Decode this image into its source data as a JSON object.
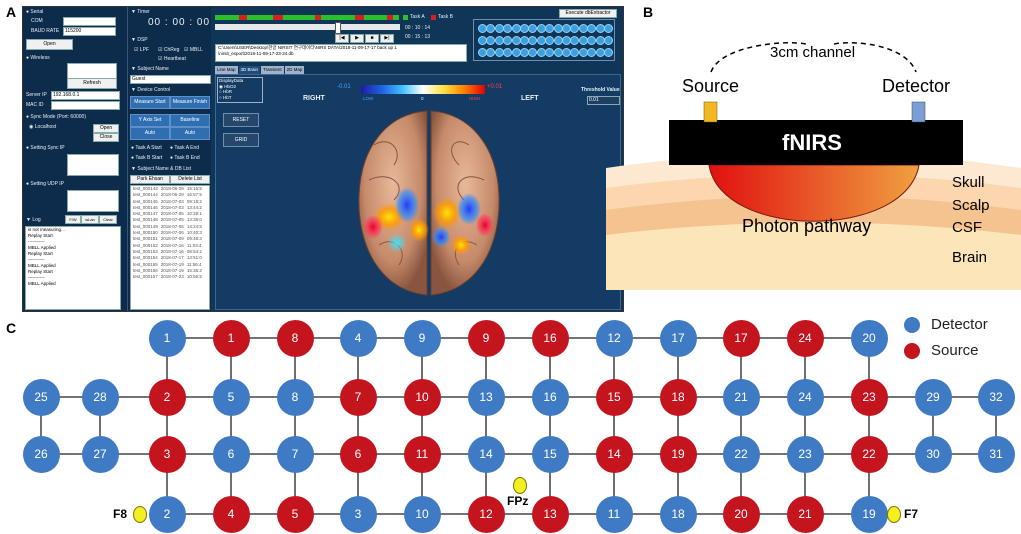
{
  "panel_letters": {
    "a": "A",
    "b": "B",
    "c": "C"
  },
  "software": {
    "serial": {
      "title": "Serial",
      "com_label": "COM",
      "baud_label": "BAUD RATE",
      "baud_value": "115200",
      "open_btn": "Open"
    },
    "wireless": {
      "title": "Wireless",
      "refresh_btn": "Refresh",
      "server_ip_label": "Server IP",
      "server_ip": "192.168.0.1",
      "mac_label": "MAC ID"
    },
    "sync": {
      "title": "Sync Mode (Port: 60000)",
      "localhost": "Localhost",
      "open_btn": "Open",
      "close_btn": "Close",
      "setting_sync_ip": "Setting Sync IP",
      "setting_udp_ip": "Setting UDP IP"
    },
    "log": {
      "title": "Log",
      "btn_fw": "F/W",
      "btn_wlan": "wLan",
      "btn_clear": "Clear",
      "lines": [
        "is not measuring...",
        "Replay Start",
        "-----------",
        "MBLL Applied",
        "Replay Start",
        "-----------",
        "MBLL Applied",
        "Replay Start",
        "-----------",
        "MBLL Applied"
      ]
    },
    "timer": {
      "title": "Timer",
      "value": "00 : 00 : 00"
    },
    "dsp": {
      "title": "DSP",
      "lpf": "LPF",
      "chreg": "ChReg",
      "mbll": "MBLL",
      "heartbeat": "Heartbeat"
    },
    "subject": {
      "title": "Subject Name",
      "value": "Guest"
    },
    "device": {
      "title": "Device Control",
      "measure_start": "Measure Start",
      "measure_finish": "Measure Finish",
      "y_axis_set": "Y Axis Set",
      "baseline": "Baseline",
      "auto1": "Auto",
      "auto2": "Auto"
    },
    "tasks": {
      "a_start": "Task A Start",
      "a_end": "Task A End",
      "b_start": "Task B Start",
      "b_end": "Task B End"
    },
    "db": {
      "title": "Subject Name & DB List",
      "park_btn": "Park Ehsan",
      "delete_btn": "Delete List",
      "rows": [
        {
          "name": "test_000143",
          "date": "2018-06-29",
          "time": "15:15:5"
        },
        {
          "name": "test_000144",
          "date": "2018-06-29",
          "time": "16:57:5"
        },
        {
          "name": "test_000145",
          "date": "2018-07-03",
          "time": "09:18:2"
        },
        {
          "name": "test_000146",
          "date": "2018-07-03",
          "time": "13:44:2"
        },
        {
          "name": "test_000147",
          "date": "2018-07-05",
          "time": "10:29:1"
        },
        {
          "name": "test_000148",
          "date": "2018-07-05",
          "time": "13:35:0"
        },
        {
          "name": "test_000149",
          "date": "2018-07-05",
          "time": "14:24:5"
        },
        {
          "name": "test_000150",
          "date": "2018-07-06",
          "time": "10:40:3"
        },
        {
          "name": "test_000151",
          "date": "2018-07-09",
          "time": "09:48:3"
        },
        {
          "name": "test_000152",
          "date": "2018-07-16",
          "time": "11:03:4"
        },
        {
          "name": "test_000153",
          "date": "2018-07-16",
          "time": "08:54:2"
        },
        {
          "name": "test_000154",
          "date": "2018-07-17",
          "time": "13:51:0"
        },
        {
          "name": "test_000155",
          "date": "2018-07-19",
          "time": "11:56:4"
        },
        {
          "name": "test_000156",
          "date": "2018-07-19",
          "time": "15:35:2"
        },
        {
          "name": "test_000157",
          "date": "2018-07-23",
          "time": "10:55:5"
        }
      ]
    },
    "viewer": {
      "task_a": "Task A",
      "task_b": "Task B",
      "execute_btn": "Execute dbExtractor",
      "time1": "00 : 10 : 14",
      "time2": "00 : 15 : 13",
      "path1": "C:\\Users\\USER\\Desktop\\한글 NIRSIT 연구데이터\\NIRS DATA\\2018-11-09-17-17 back up 1",
      "path2": "\\nirsit_export\\2018-11-09-17-23-24.db",
      "tab1": "Line Map",
      "tab2": "3D Brain",
      "tab3": "Transient",
      "tab4": "2D Map",
      "display_title": "DisplayData",
      "opt1": "HbO2",
      "opt2": "HbR",
      "opt3": "HbT",
      "scale_min": "-0.01",
      "scale_max": "+0.01",
      "scale_zero": "0",
      "scale_low": "LOW",
      "scale_high": "HIGH",
      "right": "RIGHT",
      "left": "LEFT",
      "threshold_label": "Threshold Value",
      "threshold_value": "0.01",
      "reset_btn": "RESET",
      "grid_btn": "GRID"
    }
  },
  "panel_b": {
    "channel_label": "3cm channel",
    "source_label": "Source",
    "detector_label": "Detector",
    "device_label": "fNIRS",
    "photon_label": "Photon pathway",
    "layers": [
      "Skull",
      "Scalp",
      "CSF",
      "Brain"
    ],
    "colors": {
      "source": "#f2b824",
      "detector": "#7b9fd4",
      "device": "#000000",
      "pathway": "#e02020"
    }
  },
  "panel_c": {
    "legend": {
      "detector": "Detector",
      "source": "Source"
    },
    "colors": {
      "detector": "#3f7bc4",
      "source": "#c4141e",
      "landmark": "#f5ee20"
    },
    "landmarks": [
      "F8",
      "FPz",
      "F7"
    ],
    "rows": [
      [
        {
          "t": "d",
          "n": "1"
        },
        {
          "t": "s",
          "n": "1"
        },
        {
          "t": "s",
          "n": "8"
        },
        {
          "t": "d",
          "n": "4"
        },
        {
          "t": "d",
          "n": "9"
        },
        {
          "t": "s",
          "n": "9"
        },
        {
          "t": "s",
          "n": "16"
        },
        {
          "t": "d",
          "n": "12"
        },
        {
          "t": "d",
          "n": "17"
        },
        {
          "t": "s",
          "n": "17"
        },
        {
          "t": "s",
          "n": "24"
        },
        {
          "t": "d",
          "n": "20"
        }
      ],
      [
        {
          "t": "d",
          "n": "25"
        },
        {
          "t": "d",
          "n": "28"
        },
        {
          "t": "s",
          "n": "2"
        },
        {
          "t": "d",
          "n": "5"
        },
        {
          "t": "d",
          "n": "8"
        },
        {
          "t": "s",
          "n": "7"
        },
        {
          "t": "s",
          "n": "10"
        },
        {
          "t": "d",
          "n": "13"
        },
        {
          "t": "d",
          "n": "16"
        },
        {
          "t": "s",
          "n": "15"
        },
        {
          "t": "s",
          "n": "18"
        },
        {
          "t": "d",
          "n": "21"
        },
        {
          "t": "d",
          "n": "24"
        },
        {
          "t": "s",
          "n": "23"
        },
        {
          "t": "d",
          "n": "29"
        },
        {
          "t": "d",
          "n": "32"
        }
      ],
      [
        {
          "t": "d",
          "n": "26"
        },
        {
          "t": "d",
          "n": "27"
        },
        {
          "t": "s",
          "n": "3"
        },
        {
          "t": "d",
          "n": "6"
        },
        {
          "t": "d",
          "n": "7"
        },
        {
          "t": "s",
          "n": "6"
        },
        {
          "t": "s",
          "n": "11"
        },
        {
          "t": "d",
          "n": "14"
        },
        {
          "t": "d",
          "n": "15"
        },
        {
          "t": "s",
          "n": "14"
        },
        {
          "t": "s",
          "n": "19"
        },
        {
          "t": "d",
          "n": "22"
        },
        {
          "t": "d",
          "n": "23"
        },
        {
          "t": "s",
          "n": "22"
        },
        {
          "t": "d",
          "n": "30"
        },
        {
          "t": "d",
          "n": "31"
        }
      ],
      [
        {
          "t": "d",
          "n": "2"
        },
        {
          "t": "s",
          "n": "4"
        },
        {
          "t": "s",
          "n": "5"
        },
        {
          "t": "d",
          "n": "3"
        },
        {
          "t": "d",
          "n": "10"
        },
        {
          "t": "s",
          "n": "12"
        },
        {
          "t": "s",
          "n": "13"
        },
        {
          "t": "d",
          "n": "11"
        },
        {
          "t": "d",
          "n": "18"
        },
        {
          "t": "s",
          "n": "20"
        },
        {
          "t": "s",
          "n": "21"
        },
        {
          "t": "d",
          "n": "19"
        }
      ]
    ]
  }
}
